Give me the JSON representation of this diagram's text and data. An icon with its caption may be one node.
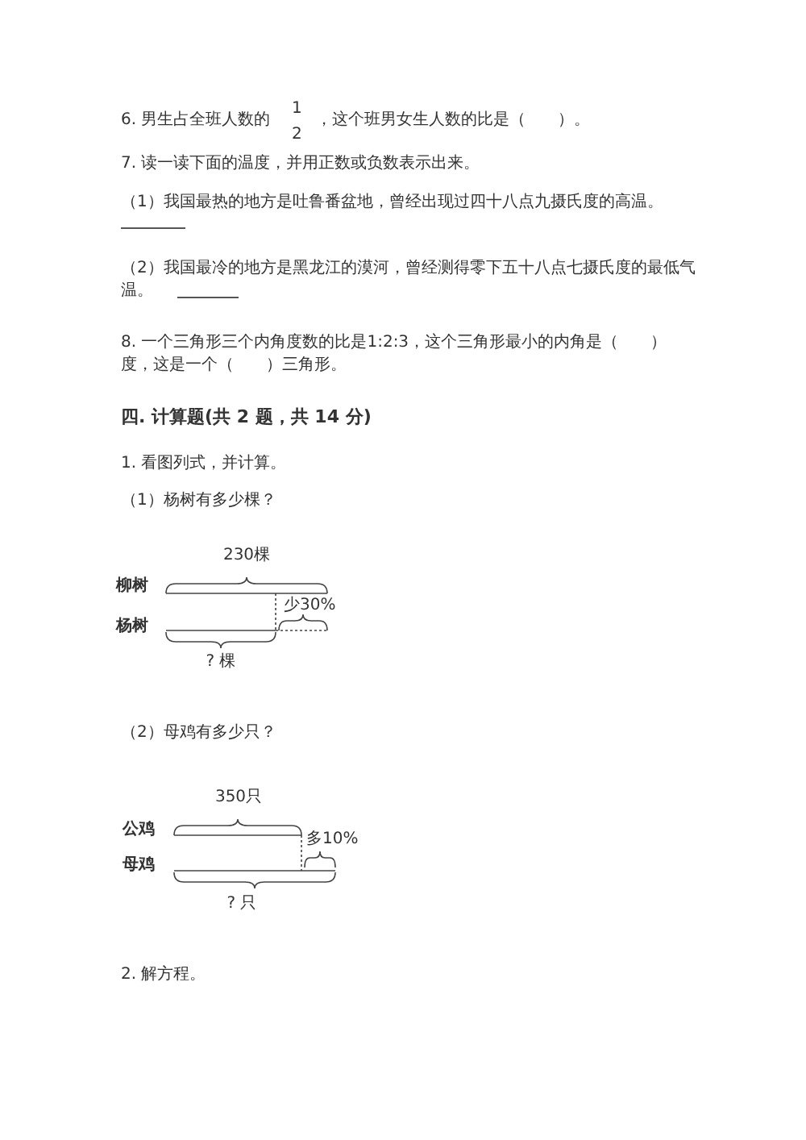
{
  "diagram": {
    "labels": [
      "6. 男生占全班人数的",
      "1",
      "2",
      "，这个班男女生人数的比是（　　）。",
      "7. 读一读下面的温度，并用正数或负数表示出来。",
      "（1）我国最热的地方是吐鲁番盆地，曾经出现过四十八点九摄氏度的高温。",
      "（2）我国最冷的地方是黑龙江的漠河，曾经测得零下五十八点七摄氏度的最低气温。",
      "8. 一个三角形三个内角度数的比是1:2:3，这个三角形最小的内角是（　　）度，这是一个（　　）三角形。",
      "四. 计算题(共 2 题，共 14 分)",
      "1. 看图列式，并计算。",
      "（1）杨树有多少棵？",
      "230棵",
      "柳树",
      "少30%",
      "杨树",
      "? 棵",
      "（2）母鸡有多少只？",
      "350只",
      "公鸡",
      "多10%",
      "母鸡",
      "? 只",
      "2. 解方程。"
    ]
  }
}
